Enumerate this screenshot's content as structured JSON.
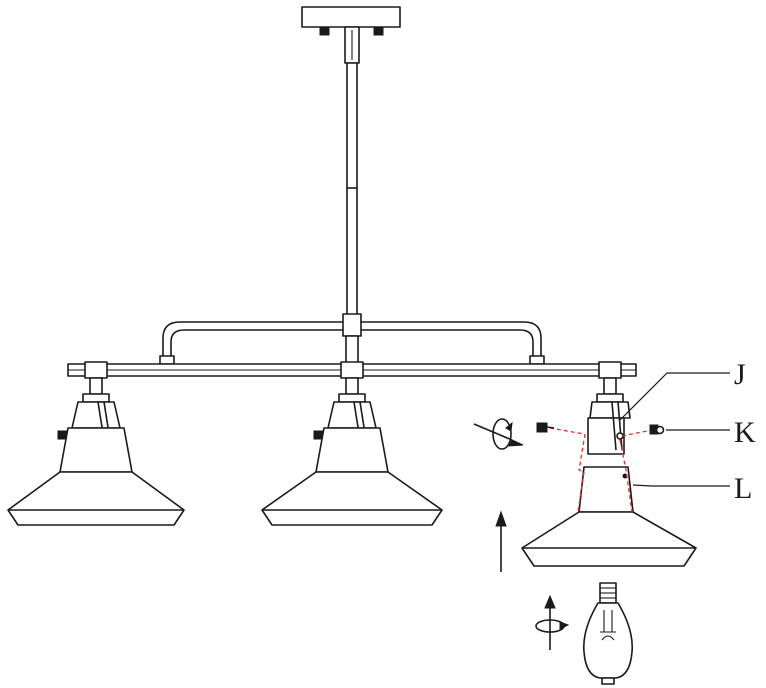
{
  "labels": {
    "j": "J",
    "k": "K",
    "l": "L"
  },
  "colors": {
    "outline": "#1a1a1a",
    "guide": "#e03030",
    "background": "#ffffff"
  },
  "icons": {
    "rotate_screw": "rotate-arrow-icon",
    "lift_shade": "up-arrow-icon",
    "screw_bulb": "rotate-arrow-icon"
  }
}
